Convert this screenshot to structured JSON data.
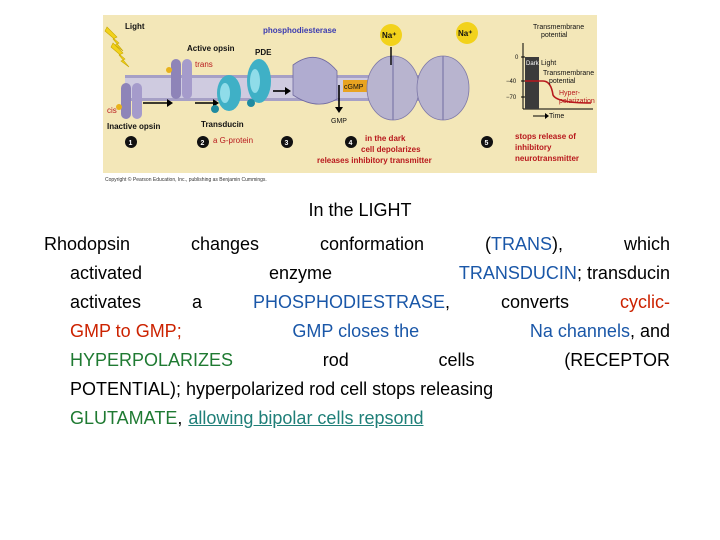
{
  "figure": {
    "labels": {
      "light": "Light",
      "phosphodiesterase": "phosphodiesterase",
      "active_opsin": "Active opsin",
      "trans": "trans",
      "pde": "PDE",
      "cis": "cis",
      "inactive_opsin": "Inactive opsin",
      "transducin": "Transducin",
      "g_protein": "a G-protein",
      "cgmp": "cGMP",
      "gmp": "GMP",
      "na1": "Na⁺",
      "na2": "Na⁺",
      "dark_note_1": "in the dark",
      "dark_note_2": "cell depolarizes",
      "dark_note_3": "releases inhibitory transmitter",
      "stops_1": "stops release of",
      "stops_2": "inhibitory",
      "stops_3": "neurotransmitter",
      "step1": "1",
      "step2": "2",
      "step3": "3",
      "step4": "4",
      "step5": "5",
      "copyright": "Copyright © Pearson Education, Inc., publishing as Benjamin Cummings."
    },
    "graph": {
      "title_1": "Transmembrane",
      "title_2": "potential",
      "tick_0": "0",
      "tick_m40": "−40",
      "tick_m70": "−70",
      "dark": "Dark",
      "light": "Light",
      "tm_1": "Transmembrane",
      "tm_2": "potential",
      "hyper_1": "Hyper-",
      "hyper_2": "polarization",
      "time": "Time"
    },
    "colors": {
      "panel": "#f3e7b8",
      "membrane": "#b8b4cf",
      "opsin": "#8e84b8",
      "pde": "#3fb0c6",
      "cgmp": "#e8a321",
      "red_label": "#b8181c",
      "blue_label": "#3a3ab0"
    }
  },
  "caption": "In the LIGHT",
  "text": {
    "l1a": "Rhodopsin",
    "l1b": "changes",
    "l1c": "conformation",
    "l1d": "(",
    "l1e": "TRANS",
    "l1f": "),",
    "l1g": "which",
    "l2a": "activated",
    "l2b": "enzyme",
    "l2c": "TRANSDUCIN",
    "l2d": "; transducin",
    "l3a": "activates",
    "l3b": "a",
    "l3c": "PHOSPHODIESTRASE",
    "l3d": ",",
    "l3e": "converts",
    "l3f": "cyclic-",
    "l4a": "GMP to GMP;",
    "l4b": "GMP closes the",
    "l4c": "Na channels",
    "l4d": ", and",
    "l5a": "HYPERPOLARIZES",
    "l5b": "rod",
    "l5c": "cells",
    "l5d": "(RECEPTOR",
    "l6": "POTENTIAL); hyperpolarized rod cell stops releasing",
    "l7a": "GLUTAMATE",
    "l7b": ",",
    "l7c": "allowing bipolar cells repsond"
  }
}
